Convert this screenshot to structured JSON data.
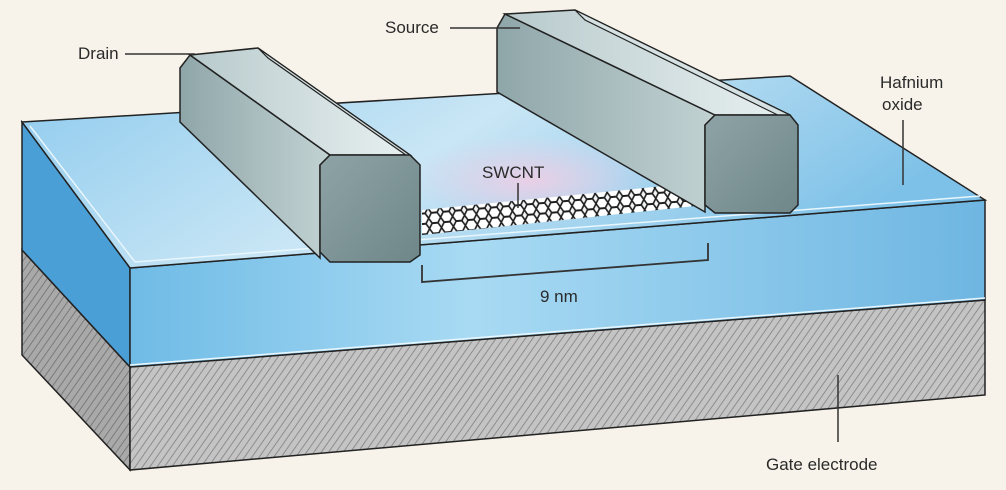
{
  "labels": {
    "drain": "Drain",
    "source": "Source",
    "hafnium_oxide_line1": "Hafnium",
    "hafnium_oxide_line2": "oxide",
    "swcnt": "SWCNT",
    "channel_length": "9 nm",
    "gate_electrode": "Gate electrode"
  },
  "colors": {
    "background": "#f7f3ea",
    "oxide": "#7cc4ea",
    "electrode": "#9fb3b5",
    "gate": "#b9b9b9"
  }
}
